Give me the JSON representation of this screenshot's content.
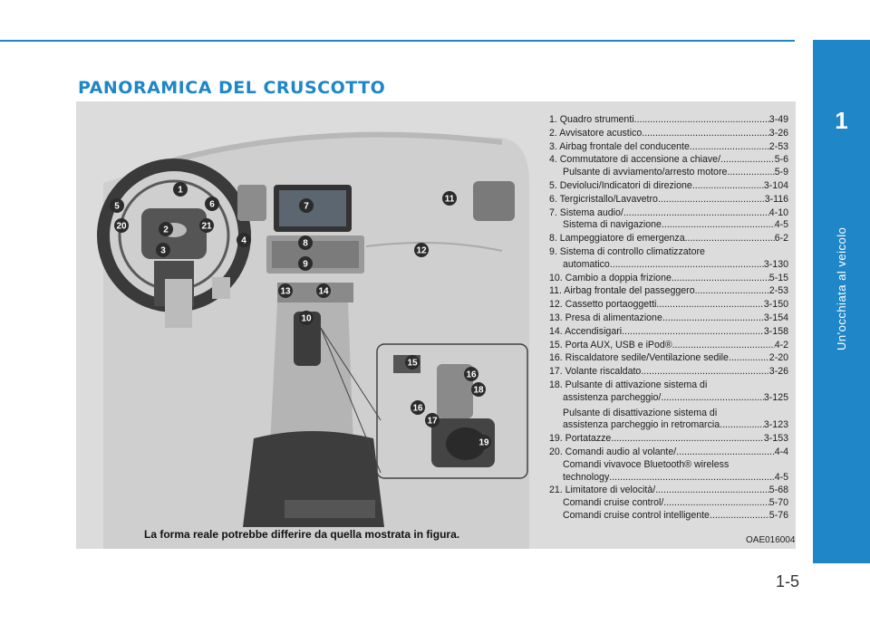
{
  "header": {
    "title": "PANORAMICA DEL CRUSCOTTO"
  },
  "side_tab": {
    "chapter_number": "1",
    "chapter_title": "Un'occhiata al veicolo"
  },
  "figure": {
    "caption": "La forma reale potrebbe differire da quella mostrata in figura.",
    "code": "OAE016004",
    "callouts": [
      "1",
      "2",
      "3",
      "4",
      "5",
      "6",
      "7",
      "8",
      "9",
      "10",
      "11",
      "12",
      "13",
      "14",
      "15",
      "16",
      "16",
      "17",
      "18",
      "19",
      "20",
      "21"
    ]
  },
  "legend": [
    {
      "label": "1. Quadro strumenti",
      "ref": "3-49"
    },
    {
      "label": "2. Avvisatore acustico",
      "ref": "3-26"
    },
    {
      "label": "3. Airbag frontale del conducente",
      "ref": "2-53"
    },
    {
      "label": "4. Commutatore di accensione a chiave/",
      "ref": "5-6",
      "sub": {
        "label": "Pulsante di avviamento/arresto motore",
        "ref": "5-9"
      }
    },
    {
      "label": "5. Devioluci/Indicatori di direzione",
      "ref": "3-104"
    },
    {
      "label": "6. Tergicristallo/Lavavetro",
      "ref": "3-116"
    },
    {
      "label": "7. Sistema audio/",
      "ref": "4-10",
      "sub": {
        "label": "Sistema di navigazione",
        "ref": "4-5"
      }
    },
    {
      "label": "8. Lampeggiatore di emergenza",
      "ref": "6-2"
    },
    {
      "label": "9. Sistema di controllo climatizzatore",
      "ref": "",
      "sub": {
        "label": "automatico",
        "ref": "3-130"
      }
    },
    {
      "label": "10. Cambio a doppia frizione",
      "ref": "5-15"
    },
    {
      "label": "11. Airbag frontale del passeggero",
      "ref": "2-53"
    },
    {
      "label": "12. Cassetto portaoggetti",
      "ref": "3-150"
    },
    {
      "label": "13. Presa di alimentazione",
      "ref": "3-154"
    },
    {
      "label": "14. Accendisigari",
      "ref": "3-158"
    },
    {
      "label": "15. Porta AUX, USB e iPod®",
      "ref": "4-2"
    },
    {
      "label": "16. Riscaldatore sedile/Ventilazione sedile",
      "ref": "2-20"
    },
    {
      "label": "17. Volante riscaldato",
      "ref": "3-26"
    },
    {
      "label": "18. Pulsante di attivazione sistema di",
      "ref": "",
      "sub": {
        "label": "assistenza parcheggio/",
        "ref": "3-125"
      }
    },
    {
      "label": "",
      "ref": "",
      "sub": {
        "label": "Pulsante di disattivazione sistema di",
        "ref": ""
      },
      "sub2": {
        "label": "assistenza parcheggio in retromarcia",
        "ref": "3-123"
      }
    },
    {
      "label": "19. Portatazze",
      "ref": "3-153"
    },
    {
      "label": "20. Comandi audio al volante/",
      "ref": "4-4",
      "sub": {
        "label": "Comandi vivavoce Bluetooth® wireless",
        "ref": ""
      },
      "sub2": {
        "label": "technology",
        "ref": "4-5"
      }
    },
    {
      "label": "21. Limitatore di velocità/",
      "ref": "5-68",
      "sub": {
        "label": "Comandi cruise control/",
        "ref": "5-70"
      },
      "sub2": {
        "label": "Comandi cruise control intelligente",
        "ref": "5-76"
      }
    }
  ],
  "footer": {
    "page_number": "1-5"
  }
}
